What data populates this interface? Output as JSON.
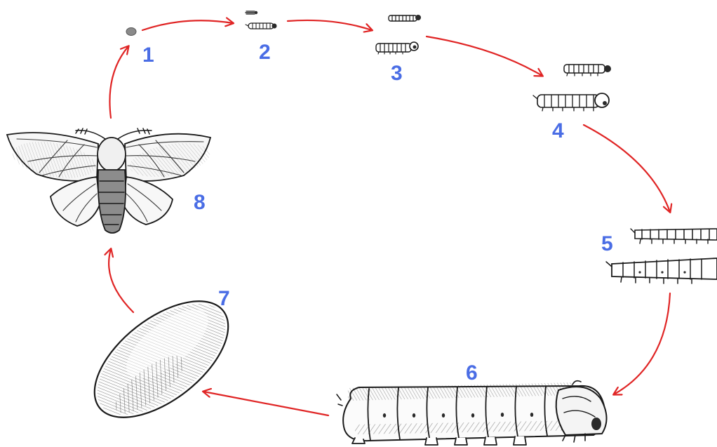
{
  "colors": {
    "arrow": "#e02525",
    "number": "#4a6de5",
    "ink": "#1a1a1a",
    "egg": "#8a8a8a"
  },
  "stages": [
    {
      "number": "1",
      "depiction": "egg"
    },
    {
      "number": "2",
      "depiction": "newly-hatched-larva"
    },
    {
      "number": "3",
      "depiction": "small-larvae"
    },
    {
      "number": "4",
      "depiction": "growing-larvae"
    },
    {
      "number": "5",
      "depiction": "larger-larvae"
    },
    {
      "number": "6",
      "depiction": "mature-caterpillar"
    },
    {
      "number": "7",
      "depiction": "cocoon"
    },
    {
      "number": "8",
      "depiction": "moth"
    }
  ]
}
